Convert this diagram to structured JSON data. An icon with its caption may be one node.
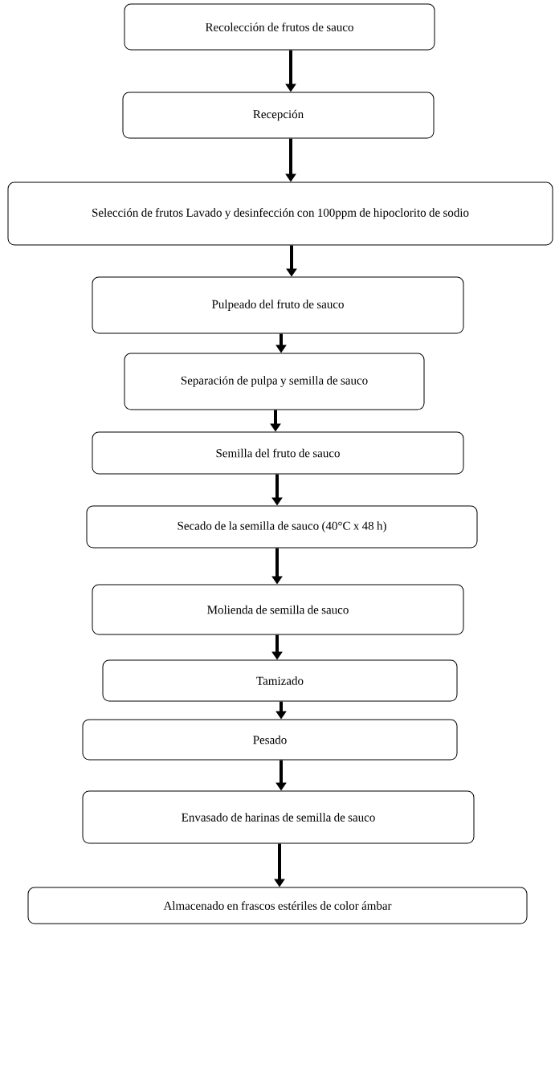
{
  "diagram": {
    "nodes": [
      {
        "text": [
          "Recolección de frutos de sauco"
        ]
      },
      {
        "text": [
          "Recepción"
        ]
      },
      {
        "text": [
          "Selección de frutos Lavado y desinfección con 100ppm de hipoclorito de sodio"
        ]
      },
      {
        "text": [
          "Pulpeado del fruto de sauco"
        ]
      },
      {
        "text": [
          "Separación de pulpa y semilla de sauco"
        ]
      },
      {
        "text": [
          "Semilla del fruto de sauco"
        ]
      },
      {
        "text": [
          "Secado de la semilla de sauco (40°C x 48 h)"
        ]
      },
      {
        "text": [
          "Molienda de semilla de sauco"
        ]
      },
      {
        "text": [
          "Tamizado"
        ]
      },
      {
        "text": [
          "Pesado"
        ]
      },
      {
        "text": [
          "Envasado de harinas de semilla de sauco"
        ]
      },
      {
        "text": [
          "Almacenado en frascos estériles de color ámbar"
        ]
      }
    ],
    "edges": [
      {
        "from": 0,
        "to": 1,
        "arrow": "to"
      },
      {
        "from": 1,
        "to": 2,
        "arrow": "to"
      },
      {
        "from": 2,
        "to": 3,
        "arrow": "to"
      },
      {
        "from": 3,
        "to": 4,
        "arrow": "to"
      },
      {
        "from": 4,
        "to": 5,
        "arrow": "to"
      },
      {
        "from": 5,
        "to": 6,
        "arrow": "to"
      },
      {
        "from": 6,
        "to": 7,
        "arrow": "to"
      },
      {
        "from": 7,
        "to": 8,
        "arrow": "to"
      },
      {
        "from": 8,
        "to": 9,
        "arrow": "to"
      },
      {
        "from": 9,
        "to": 10,
        "arrow": "to"
      },
      {
        "from": 10,
        "to": 11,
        "arrow": "to"
      }
    ]
  }
}
